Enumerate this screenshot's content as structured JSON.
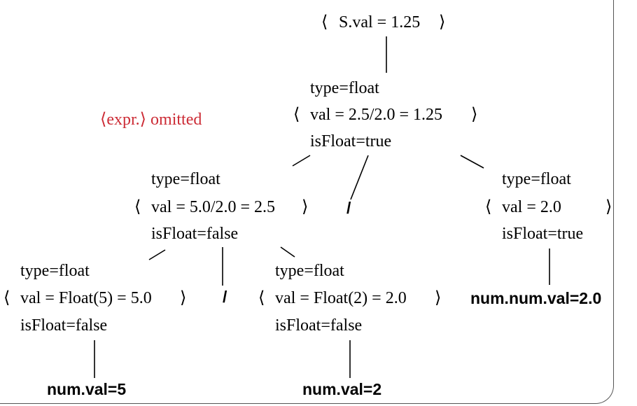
{
  "root": {
    "lbr": "⟨",
    "text": "S.val = 1.25",
    "rbr": "⟩"
  },
  "note": "⟨expr.⟩ omitted",
  "n1": {
    "type": "type=float",
    "lbr": "⟨",
    "val": "val = 2.5/2.0 = 1.25",
    "rbr": "⟩",
    "isfloat": "isFloat=true"
  },
  "n2": {
    "type": "type=float",
    "lbr": "⟨",
    "val": "val = 5.0/2.0 = 2.5",
    "rbr": "⟩",
    "isfloat": "isFloat=false"
  },
  "slash": "/",
  "n3": {
    "type": "type=float",
    "lbr": "⟨",
    "val": "val = 2.0",
    "rbr": "⟩",
    "isfloat": "isFloat=true"
  },
  "n4": {
    "type": "type=float",
    "lbr": "⟨",
    "val": "val = Float(5) = 5.0",
    "rbr": "⟩",
    "isfloat": "isFloat=false"
  },
  "n5": {
    "type": "type=float",
    "lbr": "⟨",
    "val": "val = Float(2) = 2.0",
    "rbr": "⟩",
    "isfloat": "isFloat=false"
  },
  "leaf_num5": "num.val=5",
  "leaf_num2": "num.val=2",
  "leaf_numnum": "num.num.val=2.0"
}
